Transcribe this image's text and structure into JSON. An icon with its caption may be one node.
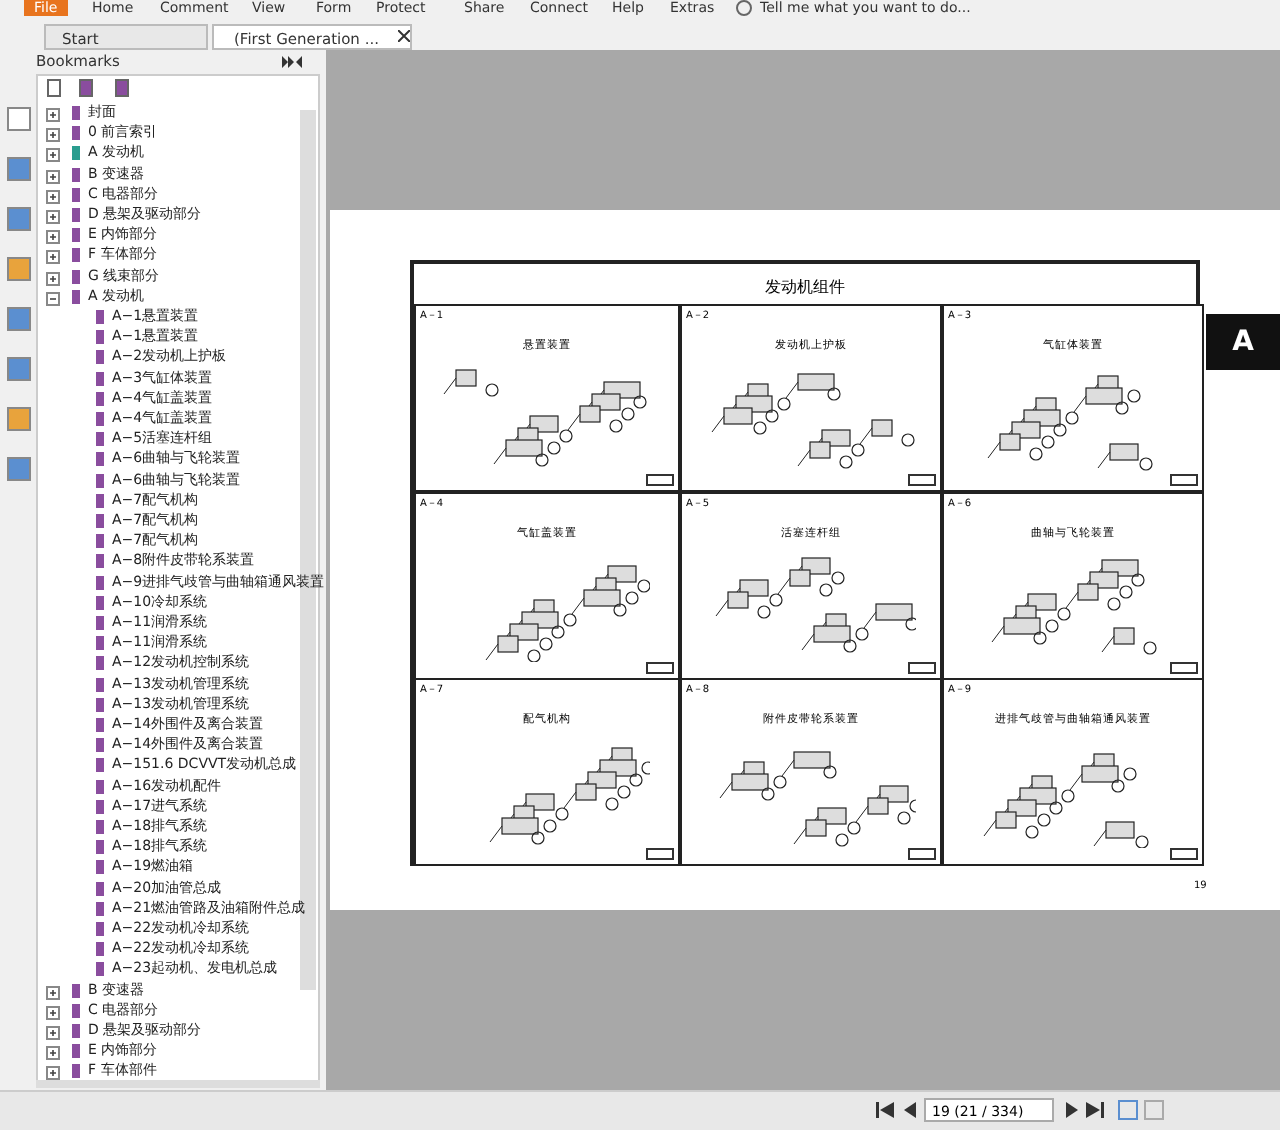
{
  "diagram": {
    "title": "发动机组件",
    "nodes": [
      {
        "text": [
          "A－1",
          "悬置装置"
        ]
      },
      {
        "text": [
          "A－2",
          "发动机上护板"
        ]
      },
      {
        "text": [
          "A－3",
          "气缸体装置"
        ]
      },
      {
        "text": [
          "A－4",
          "气缸盖装置"
        ]
      },
      {
        "text": [
          "A－5",
          "活塞连杆组"
        ]
      },
      {
        "text": [
          "A－6",
          "曲轴与飞轮装置"
        ]
      },
      {
        "text": [
          "A－7",
          "配气机构"
        ]
      },
      {
        "text": [
          "A－8",
          "附件皮带轮系装置"
        ]
      },
      {
        "text": [
          "A－9",
          "进排气歧管与曲轴箱通风装置"
        ]
      }
    ],
    "labels": [
      "File",
      "Home",
      "Comment",
      "View",
      "Form",
      "Protect",
      "Share",
      "Connect",
      "Help",
      "Extras",
      "Tell me what you want to do...",
      "Start",
      "(First Generation ...",
      "Bookmarks",
      "封面",
      "0 前言索引",
      "A 发动机",
      "B 变速器",
      "C 电器部分",
      "D 悬架及驱动部分",
      "E 内饰部分",
      "F 车体部分",
      "G 线束部分",
      "A 发动机",
      "A−1悬置装置",
      "A−1悬置装置",
      "A−2发动机上护板",
      "A−3气缸体装置",
      "A−4气缸盖装置",
      "A−4气缸盖装置",
      "A−5活塞连杆组",
      "A−6曲轴与飞轮装置",
      "A−6曲轴与飞轮装置",
      "A−7配气机构",
      "A−7配气机构",
      "A−7配气机构",
      "A−8附件皮带轮系装置",
      "A−9进排气歧管与曲轴箱通风装置",
      "A−10冷却系统",
      "A−11润滑系统",
      "A−11润滑系统",
      "A−12发动机控制系统",
      "A−13发动机管理系统",
      "A−13发动机管理系统",
      "A−14外围件及离合装置",
      "A−14外围件及离合装置",
      "A−151.6 DCVVT发动机总成",
      "A−16发动机配件",
      "A−17进气系统",
      "A−18排气系统",
      "A−18排气系统",
      "A−19燃油箱",
      "A−20加油管总成",
      "A−21燃油管路及油箱附件总成",
      "A−22发动机冷却系统",
      "A−22发动机冷却系统",
      "A−23起动机、发电机总成",
      "B 变速器",
      "C 电器部分",
      "D 悬架及驱动部分",
      "E 内饰部分",
      "F 车体部件",
      "A",
      "19",
      "19 (21 / 334)"
    ]
  }
}
